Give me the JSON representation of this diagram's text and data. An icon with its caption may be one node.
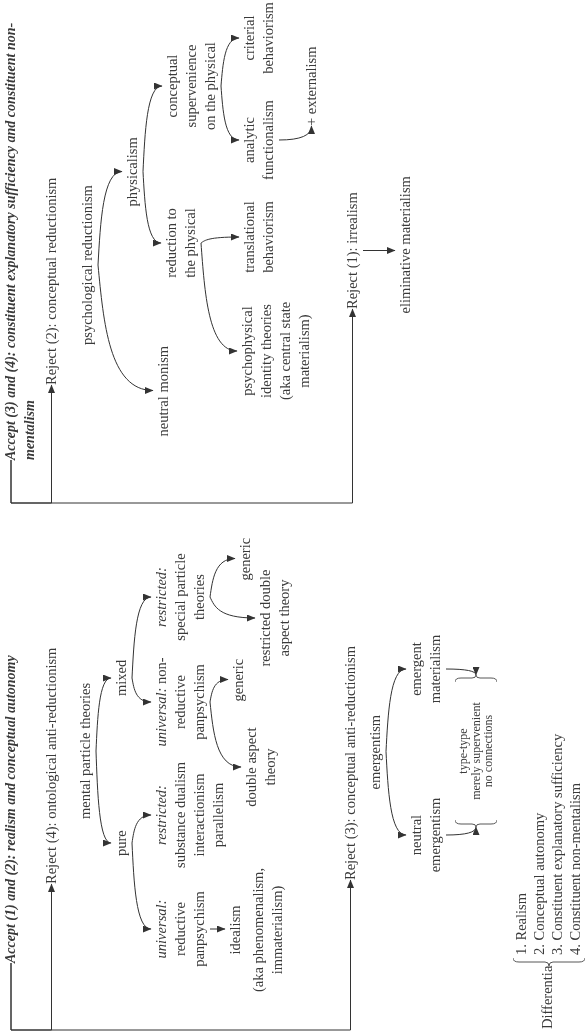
{
  "diagram": {
    "nodes": [
      {
        "text": [
          "Accept (1) and (2): realism and conceptual autonomy"
        ]
      },
      {
        "text": [
          "Reject (4): ontological anti-reductionism"
        ]
      },
      {
        "text": [
          "mental particle theories"
        ]
      },
      {
        "text": [
          "pure"
        ]
      },
      {
        "text": [
          "mixed"
        ]
      },
      {
        "text": [
          "*universal:* reductive panpsychism"
        ]
      },
      {
        "text": [
          "idealism",
          "(aka phenomenalism, immaterialism)"
        ]
      },
      {
        "text": [
          "*restricted:* substance dualism interactionism parallelism"
        ]
      },
      {
        "text": [
          "*universal:* non-reductive panpsychism"
        ]
      },
      {
        "text": [
          "*restricted:* special particle theories"
        ]
      },
      {
        "text": [
          "double aspect theory"
        ]
      },
      {
        "text": [
          "generic"
        ]
      },
      {
        "text": [
          "generic"
        ]
      },
      {
        "text": [
          "restricted double aspect theory"
        ]
      },
      {
        "text": [
          "Reject (3): conceptual anti-reductionism"
        ]
      },
      {
        "text": [
          "emergentism"
        ]
      },
      {
        "text": [
          "neutral emergentism"
        ]
      },
      {
        "text": [
          "emergent materialism"
        ]
      },
      {
        "text": [
          "type-type",
          "merely supervenient",
          "no connections"
        ]
      },
      {
        "text": [
          "Accept (3) and (4): constituent explanatory sufficiency and constituent non-mentalism"
        ]
      },
      {
        "text": [
          "Reject (2): conceptual reductionism"
        ]
      },
      {
        "text": [
          "psychological reductionism"
        ]
      },
      {
        "text": [
          "neutral monism"
        ]
      },
      {
        "text": [
          "physicalism"
        ]
      },
      {
        "text": [
          "reduction to the physical"
        ]
      },
      {
        "text": [
          "conceptual supervenience on the physical"
        ]
      },
      {
        "text": [
          "psychophysical identity theories (aka central state materialism)"
        ]
      },
      {
        "text": [
          "translational behaviorism"
        ]
      },
      {
        "text": [
          "analytic functionalism"
        ]
      },
      {
        "text": [
          "criterial behaviorism"
        ]
      },
      {
        "text": [
          "+ externalism"
        ]
      },
      {
        "text": [
          "Reject (1): irrealism"
        ]
      },
      {
        "text": [
          "eliminative materialism"
        ]
      }
    ],
    "edges": [
      {
        "from": 0,
        "to": 1,
        "arrow": "to"
      },
      {
        "from": 0,
        "to": 14,
        "arrow": "to"
      },
      {
        "from": 2,
        "to": 3,
        "arrow": "to"
      },
      {
        "from": 2,
        "to": 4,
        "arrow": "to"
      },
      {
        "from": 3,
        "to": 5,
        "arrow": "to"
      },
      {
        "from": 3,
        "to": 7,
        "arrow": "to"
      },
      {
        "from": 5,
        "to": 6,
        "arrow": "to"
      },
      {
        "from": 4,
        "to": 8,
        "arrow": "to"
      },
      {
        "from": 4,
        "to": 9,
        "arrow": "to"
      },
      {
        "from": 8,
        "to": 10,
        "arrow": "to"
      },
      {
        "from": 8,
        "to": 11,
        "arrow": "to"
      },
      {
        "from": 9,
        "to": 12,
        "arrow": "to"
      },
      {
        "from": 9,
        "to": 13,
        "arrow": "to"
      },
      {
        "from": 15,
        "to": 16,
        "arrow": "to"
      },
      {
        "from": 15,
        "to": 17,
        "arrow": "to"
      },
      {
        "from": 16,
        "to": 18,
        "arrow": "to"
      },
      {
        "from": 17,
        "to": 18,
        "arrow": "to"
      },
      {
        "from": 19,
        "to": 20,
        "arrow": "to"
      },
      {
        "from": 19,
        "to": 31,
        "arrow": "to"
      },
      {
        "from": 21,
        "to": 22,
        "arrow": "to"
      },
      {
        "from": 21,
        "to": 23,
        "arrow": "to"
      },
      {
        "from": 23,
        "to": 24,
        "arrow": "to"
      },
      {
        "from": 23,
        "to": 25,
        "arrow": "to"
      },
      {
        "from": 24,
        "to": 26,
        "arrow": "to"
      },
      {
        "from": 24,
        "to": 27,
        "arrow": "to"
      },
      {
        "from": 25,
        "to": 28,
        "arrow": "to"
      },
      {
        "from": 25,
        "to": 29,
        "arrow": "to"
      },
      {
        "from": 28,
        "to": 30,
        "arrow": "to"
      },
      {
        "from": 31,
        "to": 32,
        "arrow": "to"
      }
    ],
    "labels": [
      "Differentia",
      "1. Realism",
      "2. Conceptual autonomy",
      "3. Constituent explanatory sufficiency",
      "4. Constituent non-mentalism"
    ]
  }
}
